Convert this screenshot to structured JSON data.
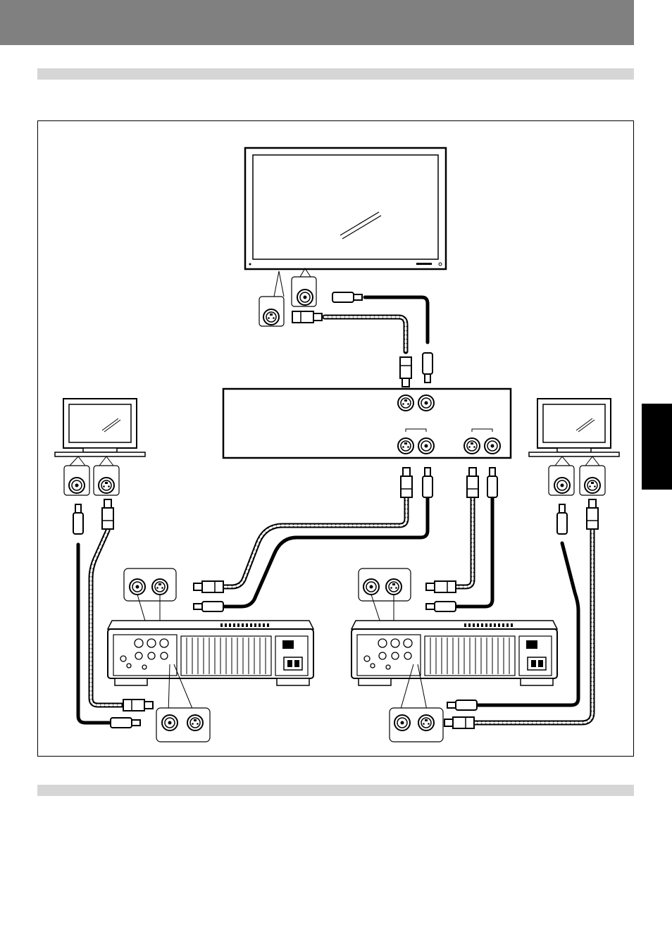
{
  "page": {
    "colors": {
      "header": "#808080",
      "section_bar": "#d6d6d6",
      "ink": "#000000",
      "background": "#ffffff"
    }
  },
  "diagram": {
    "nodes": [
      {
        "id": "main-display",
        "icon": "plasma-display-icon"
      },
      {
        "id": "distributor",
        "icon": "video-distributor-icon"
      },
      {
        "id": "left-monitor",
        "icon": "monitor-icon"
      },
      {
        "id": "right-monitor",
        "icon": "monitor-icon"
      },
      {
        "id": "left-recorder",
        "icon": "rear-panel-icon"
      },
      {
        "id": "right-recorder",
        "icon": "rear-panel-icon"
      }
    ],
    "cables": [
      {
        "from": "distributor",
        "to": "main-display",
        "kind": "s-video"
      },
      {
        "from": "distributor",
        "to": "main-display",
        "kind": "composite"
      },
      {
        "from": "distributor",
        "to": "left-recorder",
        "kind": "s-video"
      },
      {
        "from": "distributor",
        "to": "left-recorder",
        "kind": "composite"
      },
      {
        "from": "distributor",
        "to": "right-recorder",
        "kind": "s-video"
      },
      {
        "from": "distributor",
        "to": "right-recorder",
        "kind": "composite"
      },
      {
        "from": "left-recorder",
        "to": "left-monitor",
        "kind": "s-video"
      },
      {
        "from": "left-recorder",
        "to": "left-monitor",
        "kind": "composite"
      },
      {
        "from": "right-recorder",
        "to": "right-monitor",
        "kind": "s-video"
      },
      {
        "from": "right-recorder",
        "to": "right-monitor",
        "kind": "composite"
      }
    ]
  }
}
